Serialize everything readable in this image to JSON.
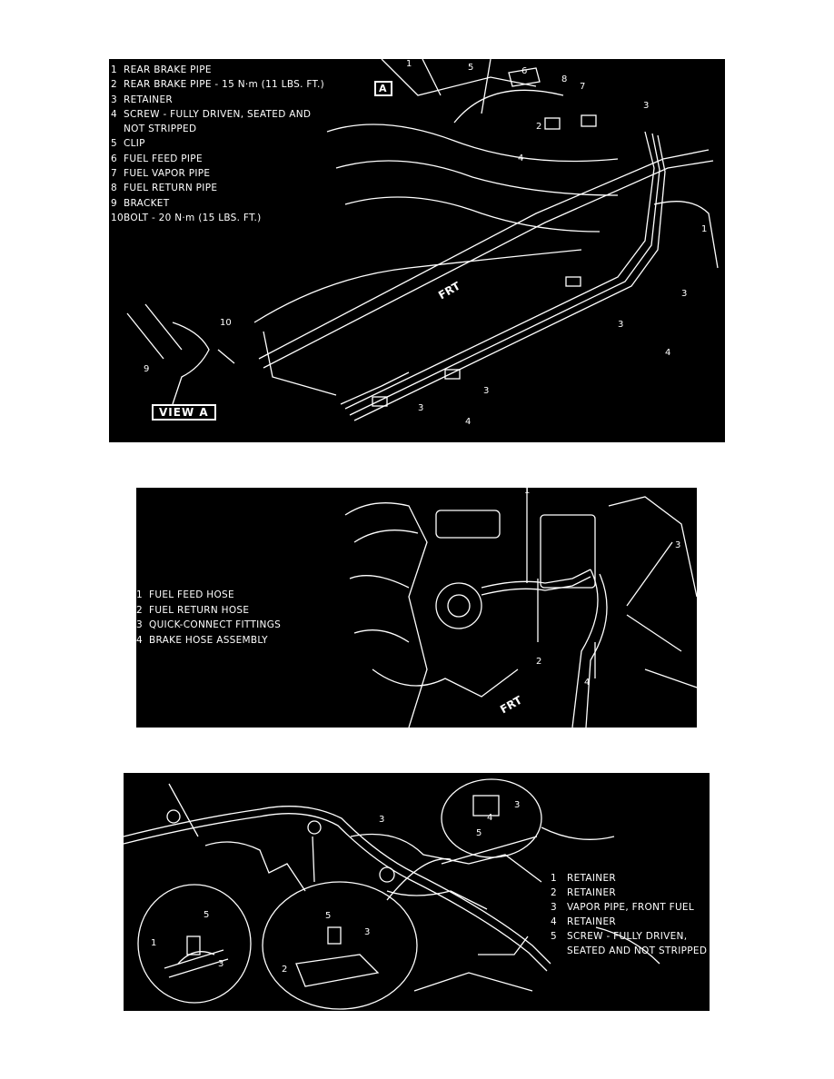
{
  "figures": [
    {
      "legend": [
        {
          "num": "1",
          "text": "REAR BRAKE PIPE"
        },
        {
          "num": "2",
          "text": "REAR BRAKE PIPE - 15 N·m (11 LBS. FT.)"
        },
        {
          "num": "3",
          "text": "RETAINER"
        },
        {
          "num": "4",
          "text": "SCREW - FULLY DRIVEN, SEATED AND",
          "cont": "NOT STRIPPED"
        },
        {
          "num": "5",
          "text": "CLIP"
        },
        {
          "num": "6",
          "text": "FUEL FEED PIPE"
        },
        {
          "num": "7",
          "text": "FUEL VAPOR PIPE"
        },
        {
          "num": "8",
          "text": "FUEL RETURN PIPE"
        },
        {
          "num": "9",
          "text": "BRACKET"
        },
        {
          "num": "10",
          "text": "BOLT - 20 N·m (15 LBS. FT.)"
        }
      ],
      "view_label": "VIEW A",
      "view_marker": "A",
      "frt_label": "FRT",
      "callouts": [
        "1",
        "5",
        "6",
        "8",
        "7",
        "3",
        "2",
        "4",
        "1",
        "3",
        "3",
        "4",
        "3",
        "3",
        "4",
        "10",
        "9"
      ]
    },
    {
      "legend": [
        {
          "num": "1",
          "text": "FUEL FEED HOSE"
        },
        {
          "num": "2",
          "text": "FUEL RETURN HOSE"
        },
        {
          "num": "3",
          "text": "QUICK-CONNECT FITTINGS"
        },
        {
          "num": "4",
          "text": "BRAKE HOSE ASSEMBLY"
        }
      ],
      "frt_label": "FRT",
      "callouts": [
        "1",
        "3",
        "2",
        "4"
      ]
    },
    {
      "legend": [
        {
          "num": "1",
          "text": "RETAINER"
        },
        {
          "num": "2",
          "text": "RETAINER"
        },
        {
          "num": "3",
          "text": "VAPOR PIPE, FRONT FUEL"
        },
        {
          "num": "4",
          "text": "RETAINER"
        },
        {
          "num": "5",
          "text": "SCREW - FULLY DRIVEN,",
          "cont": "SEATED AND NOT STRIPPED"
        }
      ],
      "callouts": [
        "3",
        "3",
        "4",
        "5",
        "5",
        "1",
        "3",
        "5",
        "3",
        "2"
      ]
    }
  ]
}
